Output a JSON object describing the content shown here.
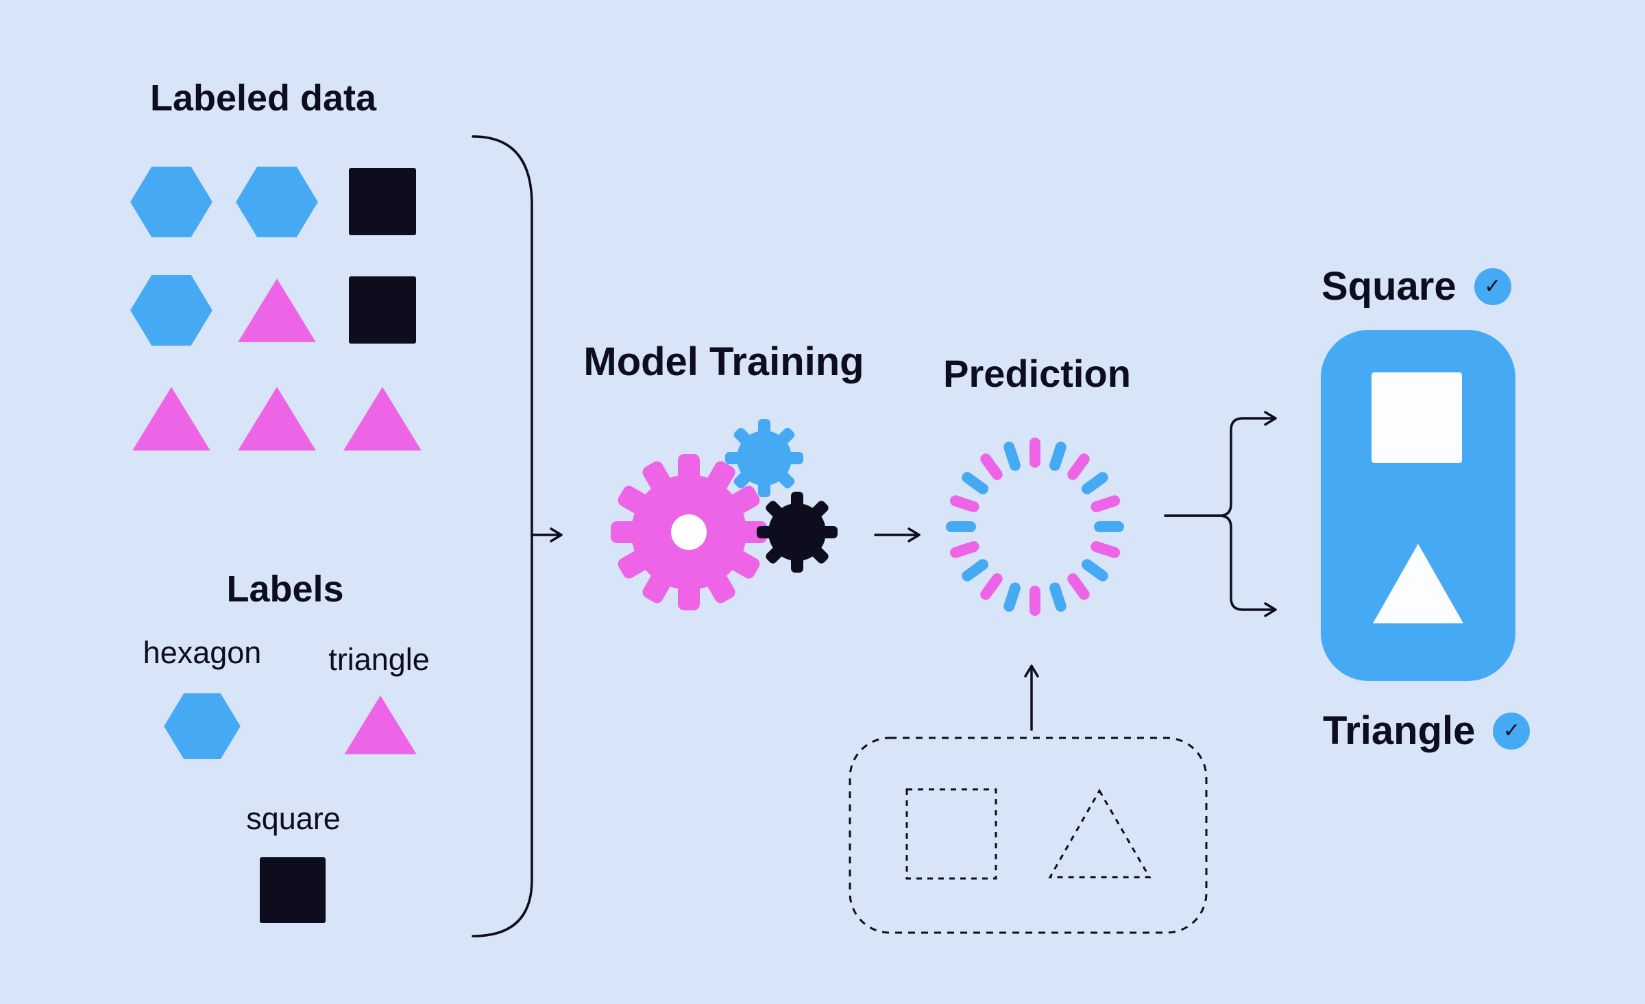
{
  "colors": {
    "background": "#d8e5f8",
    "blue": "#45a9f4",
    "pink": "#ee64e6",
    "dark": "#0d0d1d",
    "white": "#fbfdff"
  },
  "shape_colors": {
    "hexagon": "blue",
    "triangle": "pink",
    "square": "dark"
  },
  "labeled_data": {
    "title": "Labeled data",
    "grid": [
      [
        "hexagon",
        "hexagon",
        "square"
      ],
      [
        "hexagon",
        "triangle",
        "square"
      ],
      [
        "triangle",
        "triangle",
        "triangle"
      ]
    ]
  },
  "labels": {
    "title": "Labels",
    "items": [
      {
        "label": "hexagon",
        "shape": "hexagon"
      },
      {
        "label": "triangle",
        "shape": "triangle"
      },
      {
        "label": "square",
        "shape": "square"
      }
    ]
  },
  "model_training": {
    "title": "Model Training"
  },
  "prediction": {
    "title": "Prediction"
  },
  "unlabeled_input": {
    "shapes": [
      "square",
      "triangle"
    ]
  },
  "output": {
    "items": [
      {
        "label": "Square"
      },
      {
        "label": "Triangle"
      }
    ]
  },
  "icons": {
    "check": "✓"
  }
}
